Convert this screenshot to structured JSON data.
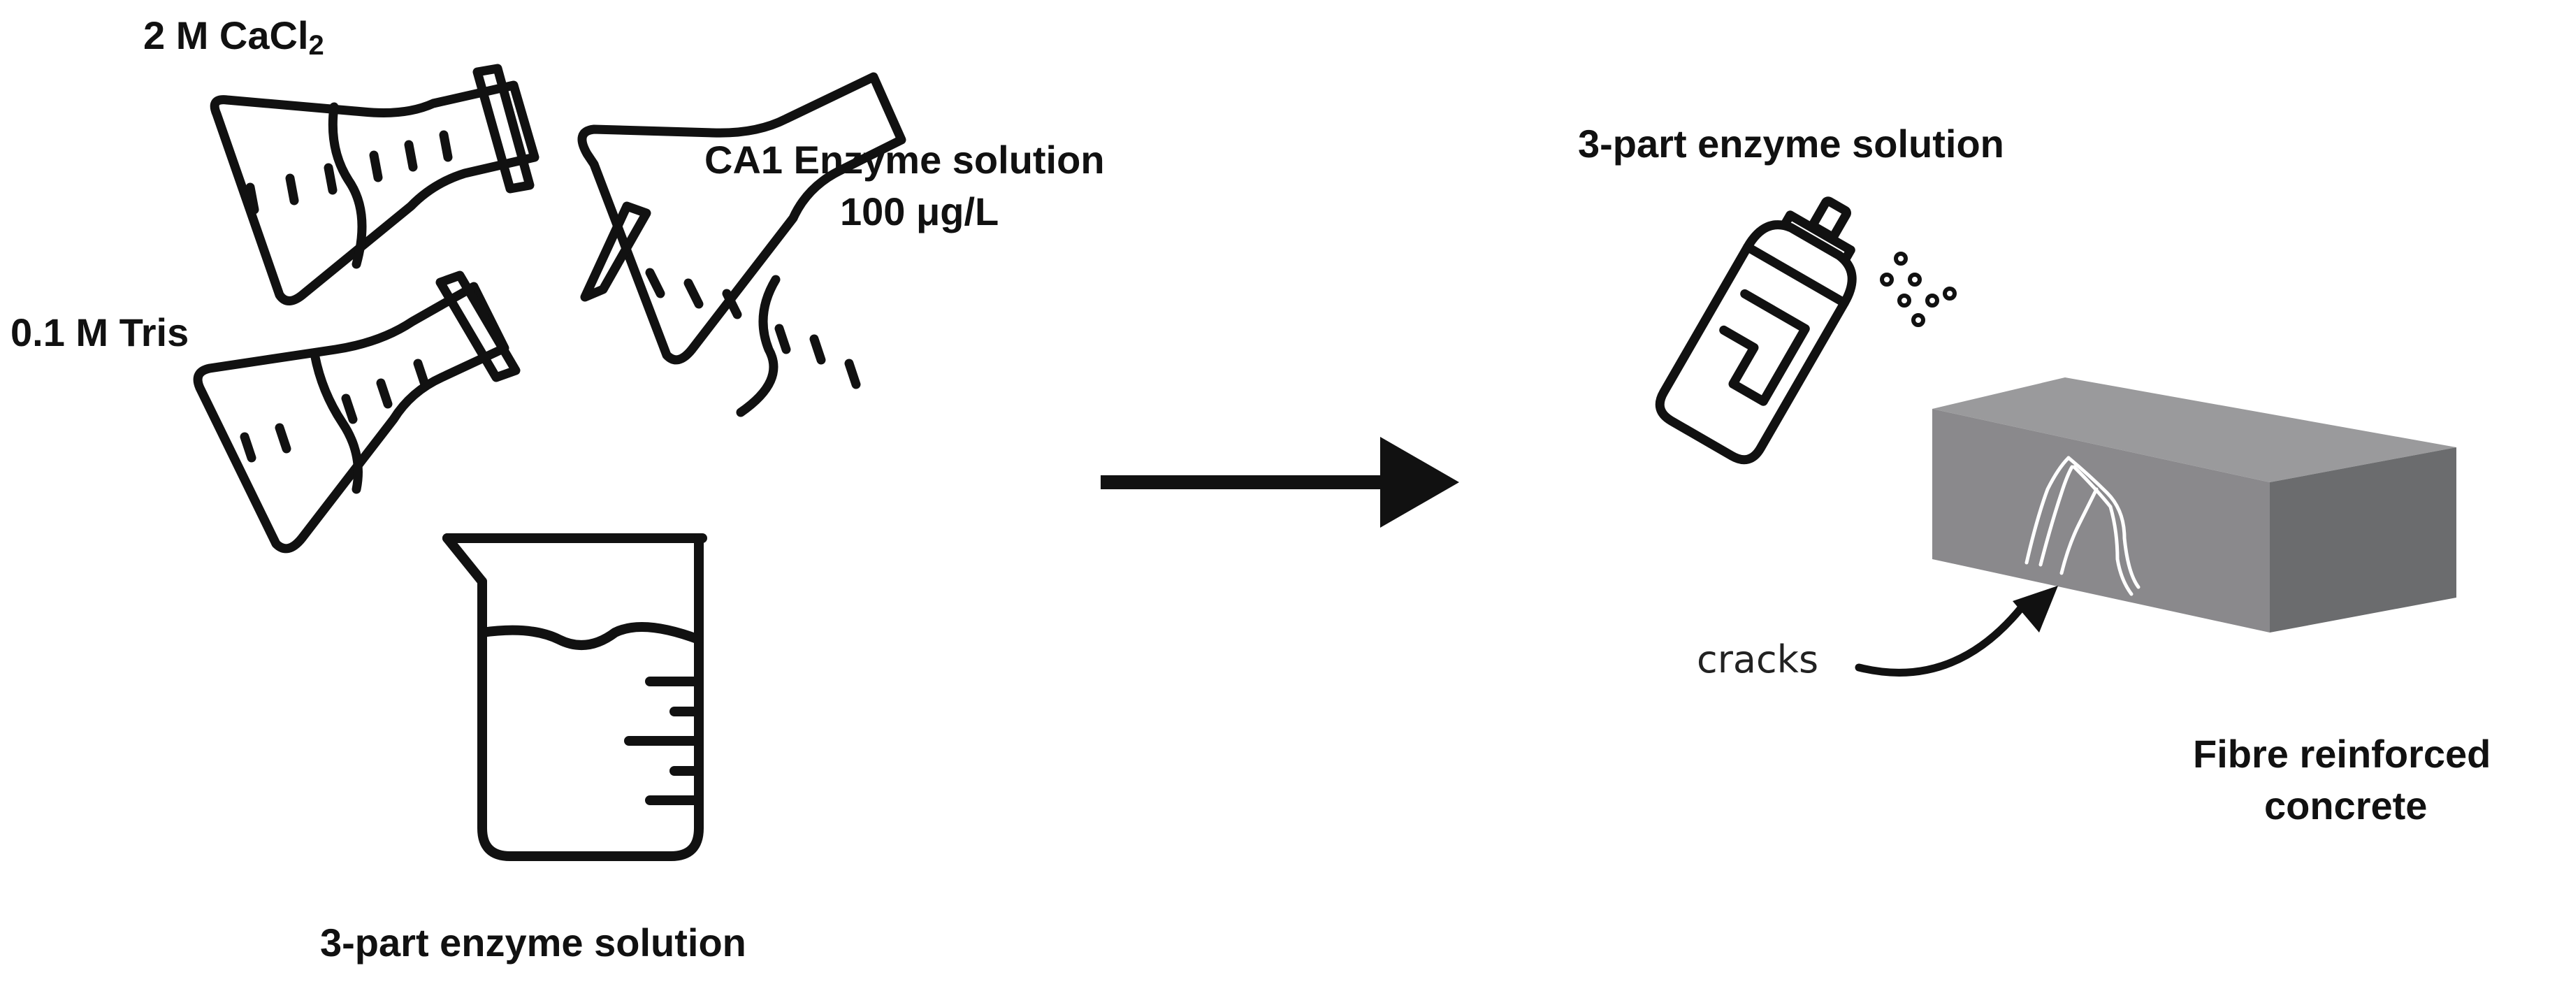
{
  "labels": {
    "cacl2_prefix": "2 M CaCl",
    "cacl2_subscript": "2",
    "tris": "0.1 M Tris",
    "enzyme_line1": "CA1 Enzyme solution",
    "enzyme_line2": "100 μg/L",
    "mix_result": "3-part enzyme solution",
    "spray_title": "3-part enzyme solution",
    "cracks": "cracks",
    "concrete_line1": "Fibre reinforced",
    "concrete_line2": "concrete"
  },
  "colors": {
    "ink": "#111111",
    "concrete_top": "#9a9a9c",
    "concrete_front": "#8a898c",
    "concrete_side": "#6b6c6e",
    "crack": "#ffffff"
  }
}
